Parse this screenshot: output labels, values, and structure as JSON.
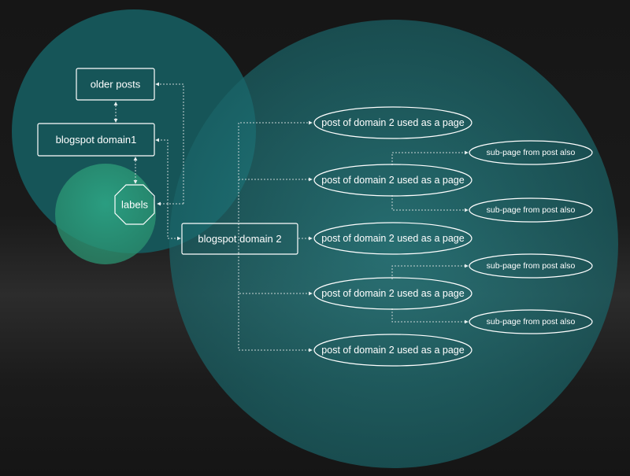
{
  "colors": {
    "background": "#141414",
    "teal_circle": "#1c6c70",
    "green_circle": "#2a9a7c",
    "node_stroke": "#ffffff",
    "connector": "#c8d4d4"
  },
  "nodes": {
    "older_posts": "older posts",
    "blogspot_domain1": "blogspot domain1",
    "labels": "labels",
    "blogspot_domain2": "blogspot domain 2",
    "posts": [
      "post of domain 2 used as a page",
      "post of domain 2 used as a page",
      "post of domain 2 used as a page",
      "post of domain 2 used as a page",
      "post of domain 2 used as a page"
    ],
    "subpages": [
      "sub-page from post also",
      "sub-page from post also",
      "sub-page from post also",
      "sub-page from post also"
    ]
  }
}
